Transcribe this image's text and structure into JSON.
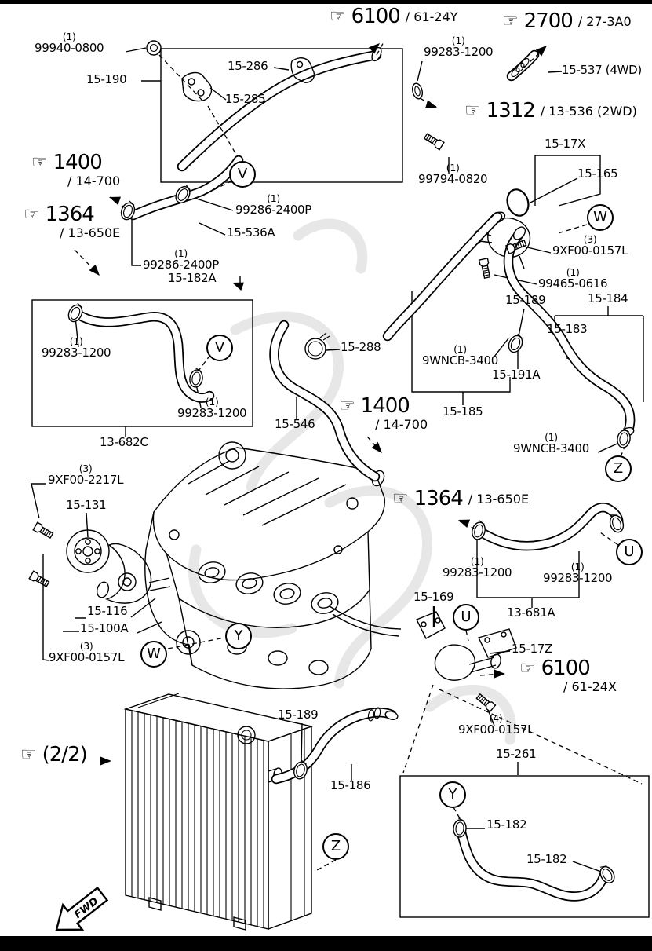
{
  "colors": {
    "ink": "#000000",
    "paper": "#ffffff",
    "watermark": "#e7e7e7"
  },
  "fwd_label": "FWD",
  "callouts": [
    {
      "code": "6100",
      "ref": "/ 61-24Y"
    },
    {
      "code": "2700",
      "ref": "/ 27-3A0"
    },
    {
      "code": "1312",
      "ref": "/ 13-536 (2WD)"
    },
    {
      "code": "1400",
      "ref": "/ 14-700"
    },
    {
      "code": "1364",
      "ref": "/ 13-650E"
    },
    {
      "code": "1400",
      "ref": "/ 14-700"
    },
    {
      "code": "1364",
      "ref": "/ 13-650E"
    },
    {
      "code": "6100",
      "ref": "/ 61-24X"
    },
    {
      "code": "(2/2)",
      "ref": ""
    }
  ],
  "markers": [
    "V",
    "V",
    "W",
    "W",
    "U",
    "U",
    "Y",
    "Y",
    "Z",
    "Z"
  ],
  "labels": [
    {
      "qty": "(1)",
      "text": "99940-0800"
    },
    {
      "text": "15-190"
    },
    {
      "text": "15-286"
    },
    {
      "text": "15-285"
    },
    {
      "qty": "(1)",
      "text": "99283-1200"
    },
    {
      "text": "15-537 (4WD)"
    },
    {
      "qty": "(1)",
      "text": "99794-0820"
    },
    {
      "text": "15-17X"
    },
    {
      "text": "15-165"
    },
    {
      "qty": "(3)",
      "text": "9XF00-0157L"
    },
    {
      "qty": "(1)",
      "text": "99465-0616"
    },
    {
      "text": "15-189"
    },
    {
      "text": "15-184"
    },
    {
      "text": "15-183"
    },
    {
      "qty": "(1)",
      "text": "9WNCB-3400"
    },
    {
      "text": "15-191A"
    },
    {
      "text": "15-185"
    },
    {
      "text": "15-288"
    },
    {
      "text": "15-546"
    },
    {
      "qty": "(1)",
      "text": "99286-2400P"
    },
    {
      "text": "15-536A"
    },
    {
      "qty": "(1)",
      "text": "99286-2400P"
    },
    {
      "text": "15-182A"
    },
    {
      "qty": "(1)",
      "text": "99283-1200"
    },
    {
      "qty": "(1)",
      "text": "99283-1200"
    },
    {
      "text": "13-682C"
    },
    {
      "qty": "(1)",
      "text": "9WNCB-3400"
    },
    {
      "qty": "(3)",
      "text": "9XF00-2217L"
    },
    {
      "text": "15-131"
    },
    {
      "qty": "(1)",
      "text": "99283-1200"
    },
    {
      "qty": "(1)",
      "text": "99283-1200"
    },
    {
      "text": "13-681A"
    },
    {
      "text": "15-169"
    },
    {
      "text": "15-116"
    },
    {
      "text": "15-100A"
    },
    {
      "qty": "(3)",
      "text": "9XF00-0157L"
    },
    {
      "text": "15-17Z"
    },
    {
      "qty": "(4)",
      "text": "9XF00-0157L"
    },
    {
      "text": "15-189"
    },
    {
      "text": "15-186"
    },
    {
      "text": "15-261"
    },
    {
      "text": "15-182"
    },
    {
      "text": "15-182"
    }
  ]
}
